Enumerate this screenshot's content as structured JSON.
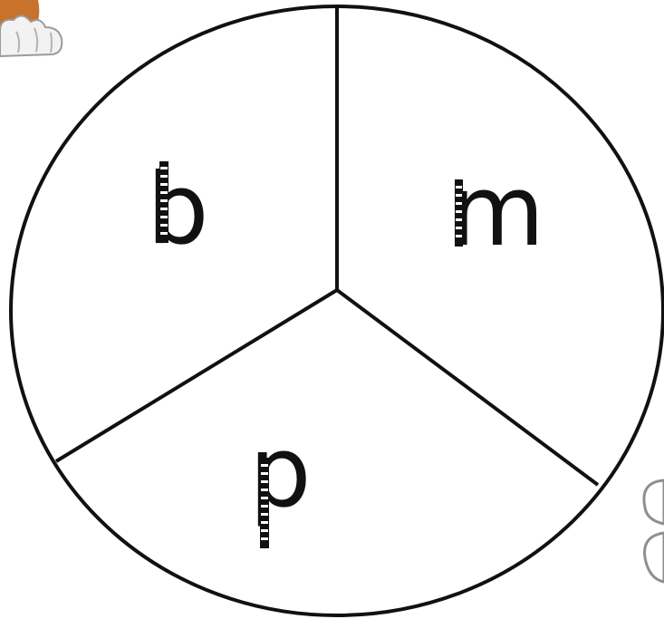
{
  "wheel": {
    "sections": [
      {
        "id": "top-left",
        "letter": "b"
      },
      {
        "id": "top-right",
        "letter": "m"
      },
      {
        "id": "bottom",
        "letter": "p"
      }
    ]
  },
  "colors": {
    "background": "#ffffff",
    "outline": "#111111",
    "letter": "#111111",
    "dog_fur": "#c7732b",
    "paw": "#f2f2f2"
  },
  "icons": {
    "top_left_corner": "dog-paw-icon",
    "bottom_right_corner": "cotton-ball-icon"
  }
}
